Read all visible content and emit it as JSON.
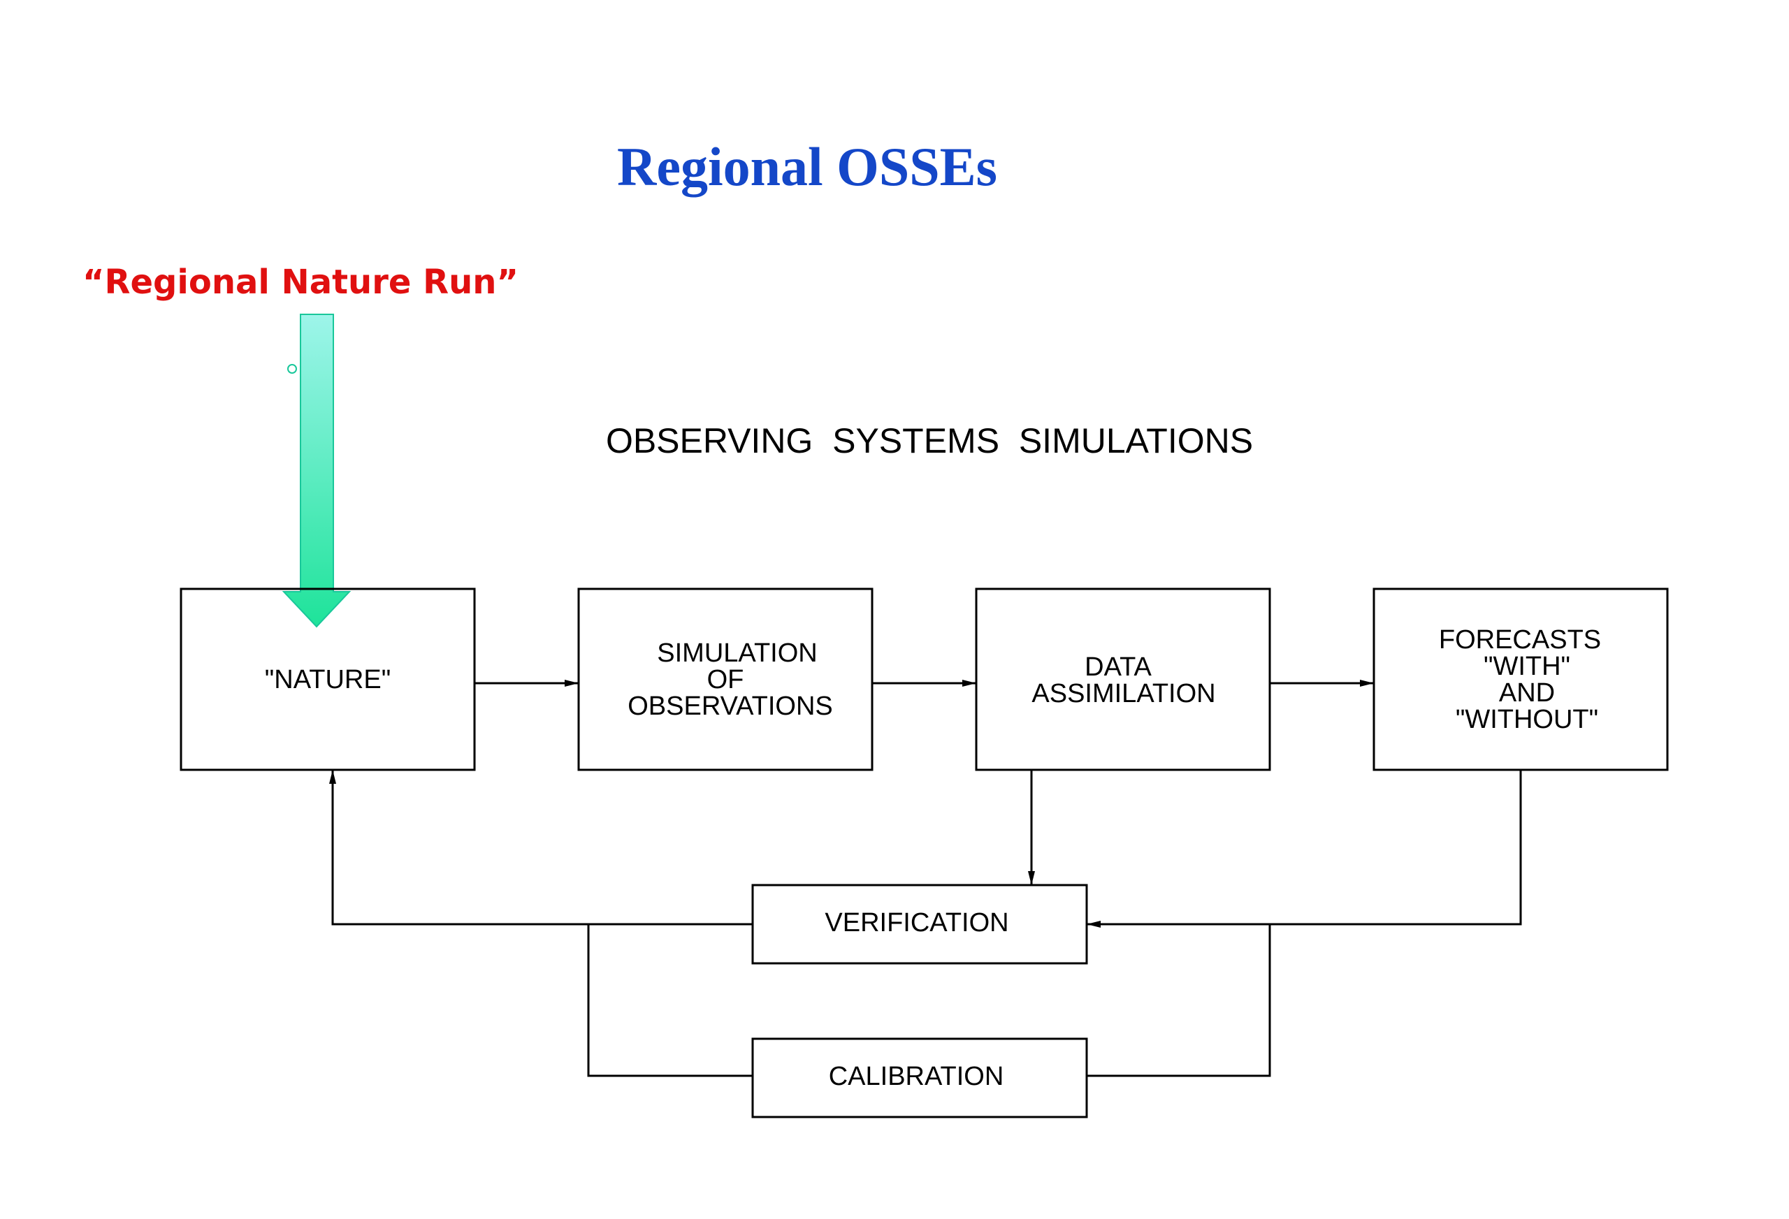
{
  "title": "Regional OSSEs",
  "callout": {
    "label": "“Regional Nature Run”"
  },
  "subtitle": "OBSERVING  SYSTEMS  SIMULATIONS",
  "boxes": {
    "nature": [
      "\"NATURE\""
    ],
    "simulation": [
      "SIMULATION",
      "OF",
      "OBSERVATIONS"
    ],
    "assimilation": [
      "DATA",
      "ASSIMILATION"
    ],
    "forecasts": [
      "FORECASTS",
      "\"WITH\"",
      "AND",
      "\"WITHOUT\""
    ],
    "verification": [
      "VERIFICATION"
    ],
    "calibration": [
      "CALIBRATION"
    ]
  },
  "colors": {
    "title": "#1447c8",
    "callout": "#e01010",
    "arrow_top": "#9ef5ea",
    "arrow_bottom": "#1ee39a",
    "line": "#000000"
  }
}
